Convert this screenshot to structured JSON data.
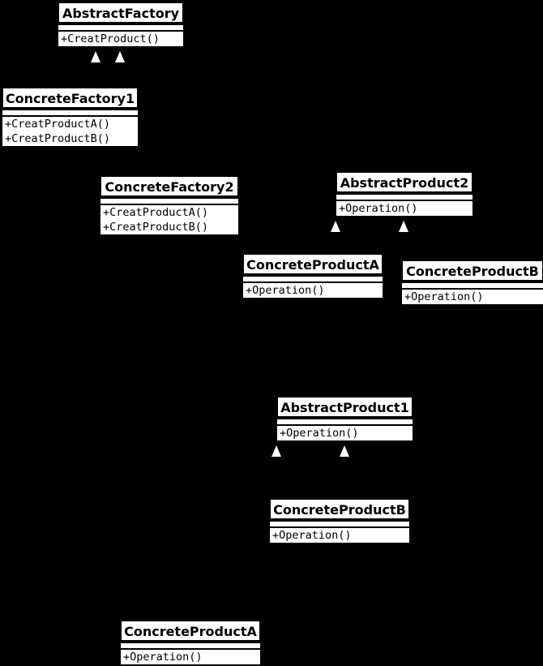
{
  "colors": {
    "background": "#000000",
    "box_fill": "#ffffff",
    "box_text": "#000000",
    "arrow_fill": "#ffffff"
  },
  "classes": [
    {
      "name": "AbstractFactory",
      "methods": [
        "+CreatProduct()"
      ]
    },
    {
      "name": "ConcreteFactory1",
      "methods": [
        "+CreatProductA()",
        "+CreatProductB()"
      ]
    },
    {
      "name": "ConcreteFactory2",
      "methods": [
        "+CreatProductA()",
        "+CreatProductB()"
      ]
    },
    {
      "name": "AbstractProduct2",
      "methods": [
        "+Operation()"
      ]
    },
    {
      "name": "ConcreteProductA",
      "methods": [
        "+Operation()"
      ]
    },
    {
      "name": "ConcreteProductB",
      "methods": [
        "+Operation()"
      ]
    },
    {
      "name": "AbstractProduct1",
      "methods": [
        "+Operation()"
      ]
    },
    {
      "name": "ConcreteProductB",
      "methods": [
        "+Operation()"
      ]
    },
    {
      "name": "ConcreteProductA",
      "methods": [
        "+Operation()"
      ]
    }
  ],
  "icons": {
    "inheritance_triangle": "triangle-up"
  }
}
